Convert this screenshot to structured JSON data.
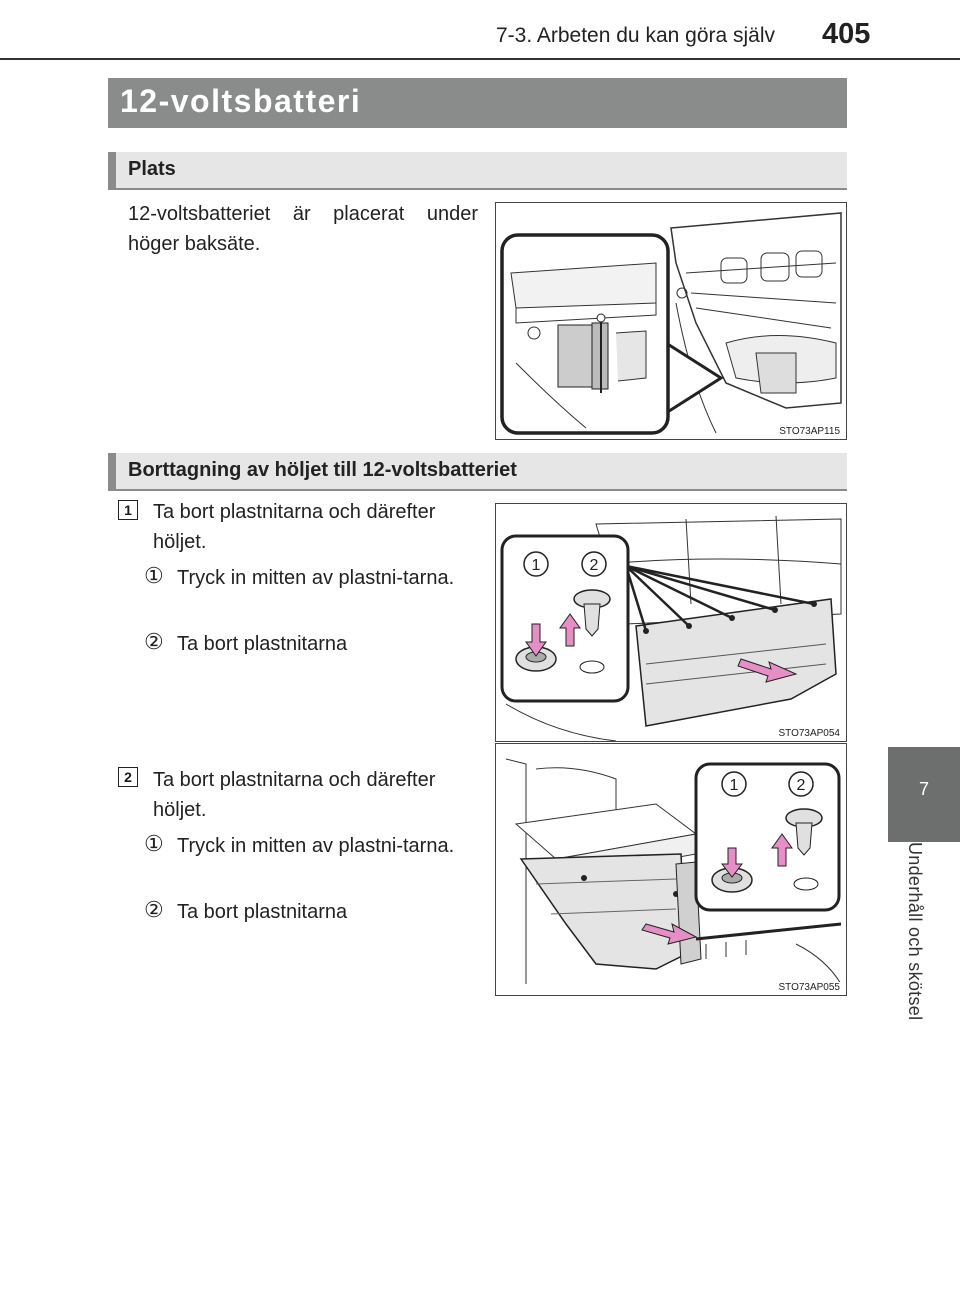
{
  "header": {
    "section": "7-3. Arbeten du kan göra själv",
    "page_number": "405"
  },
  "side_tab": {
    "chapter_number": "7",
    "chapter_title": "Underhåll och skötsel"
  },
  "title": "12-voltsbatteri",
  "sections": [
    {
      "heading": "Plats",
      "text": "12-voltsbatteriet är placerat under höger baksäte.",
      "figure_code": "STO73AP115"
    },
    {
      "heading": "Borttagning av höljet till 12-voltsbatteriet",
      "steps": [
        {
          "number": "1",
          "text": "Ta bort plastnitarna och därefter höljet.",
          "substeps": [
            {
              "marker": "1",
              "text": "Tryck in mitten av plastni-tarna."
            },
            {
              "marker": "2",
              "text": "Ta bort plastnitarna"
            }
          ],
          "figure_code": "STO73AP054",
          "callouts": [
            "1",
            "2"
          ]
        },
        {
          "number": "2",
          "text": "Ta bort plastnitarna och därefter höljet.",
          "substeps": [
            {
              "marker": "1",
              "text": "Tryck in mitten av plastni-tarna."
            },
            {
              "marker": "2",
              "text": "Ta bort plastnitarna"
            }
          ],
          "figure_code": "STO73AP055",
          "callouts": [
            "1",
            "2"
          ]
        }
      ]
    }
  ],
  "colors": {
    "title_bar": "#8a8c8b",
    "subheading_bar": "#e6e6e6",
    "arrow_pink": "#e58fc6"
  }
}
